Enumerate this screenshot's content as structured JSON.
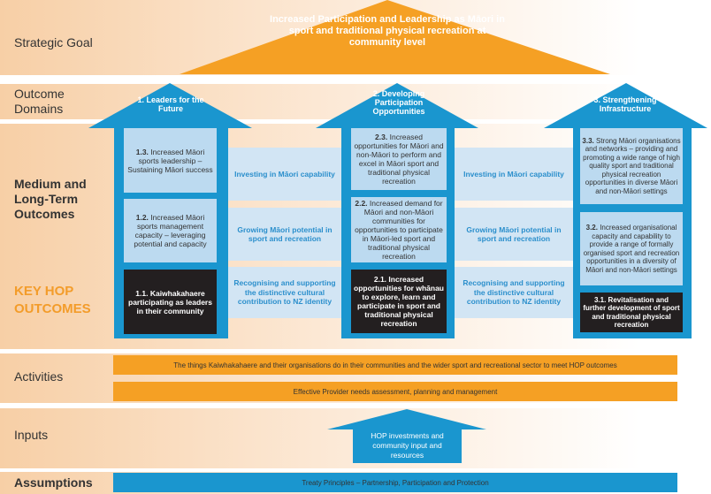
{
  "labels": {
    "strategic_goal": "Strategic Goal",
    "outcome_domains": "Outcome Domains",
    "medium_long_term": "Medium and Long-Term Outcomes",
    "key_hop": "KEY HOP OUTCOMES",
    "activities": "Activities",
    "inputs": "Inputs",
    "assumptions": "Assumptions"
  },
  "goal": "Increased Participation and Leadership as Māori in sport and traditional physical recreation at community level",
  "domains": [
    {
      "title": "1. Leaders for the Future",
      "outcomes": [
        {
          "num": "1.3.",
          "text": "Increased Māori sports leadership – Sustaining Māori success"
        },
        {
          "num": "1.2.",
          "text": "Increased Māori sports management capacity – leveraging potential and capacity"
        },
        {
          "num": "1.1.",
          "text": "Kaiwhakahaere participating as leaders in their community"
        }
      ]
    },
    {
      "title": "2. Developing Participation Opportunities",
      "outcomes": [
        {
          "num": "2.3.",
          "text": "Increased opportunities for Māori and non-Māori to perform and excel in Māori sport and traditional physical recreation"
        },
        {
          "num": "2.2.",
          "text": "Increased demand for Māori and non-Māori communities for opportunities to participate in Māori-led sport and traditional physical recreation"
        },
        {
          "num": "2.1.",
          "text": "Increased opportunities for whānau to explore, learn and participate in sport and traditional physical recreation"
        }
      ]
    },
    {
      "title": "3. Strengthening Infrastructure",
      "outcomes": [
        {
          "num": "3.3.",
          "text": "Strong Māori organisations and networks – providing and promoting a wide range of high quality sport and traditional physical recreation opportunities in diverse Māori and non-Māori settings"
        },
        {
          "num": "3.2.",
          "text": "Increased organisational capacity and capability to provide a range of formally organised sport and recreation opportunities in a diversity of Māori and non-Māori settings"
        },
        {
          "num": "3.1.",
          "text": "Revitalisation and further development of sport and traditional physical recreation"
        }
      ]
    }
  ],
  "strips": [
    "Investing in Māori capability",
    "Growing Māori potential in sport and recreation",
    "Recognising and supporting the distinctive cultural contribution to NZ identity"
  ],
  "activities": [
    "The things Kaiwhakahaere and their organisations do in their communities and the wider sport and recreational sector to meet HOP outcomes",
    "Effective Provider needs assessment, planning and management"
  ],
  "inputs": "HOP investments and community input and resources",
  "assumptions": "Treaty Principles – Partnership, Participation and Protection",
  "colors": {
    "orange": "#f5a024",
    "blue": "#1a96cf",
    "box": "#bcdaf0",
    "strip": "#d2e5f4",
    "dark": "#231f20"
  }
}
